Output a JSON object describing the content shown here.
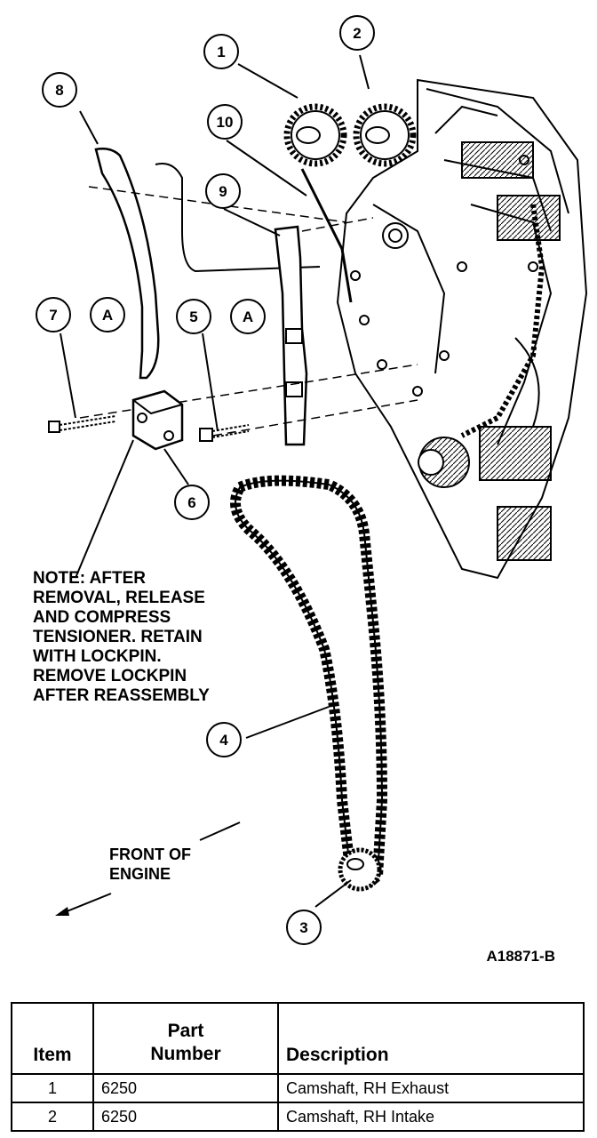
{
  "callouts": [
    "1",
    "2",
    "3",
    "4",
    "5",
    "6",
    "7",
    "8",
    "9",
    "10"
  ],
  "region_labels": [
    "A",
    "A"
  ],
  "note_lines": [
    "NOTE: AFTER",
    "REMOVAL, RELEASE",
    "AND COMPRESS",
    "TENSIONER. RETAIN",
    "WITH LOCKPIN.",
    "REMOVE LOCKPIN",
    "AFTER REASSEMBLY"
  ],
  "front_label": [
    "FRONT OF",
    "ENGINE"
  ],
  "figure_id": "A18871-B",
  "table": {
    "headers": {
      "item": "Item",
      "part_line1": "Part",
      "part_line2": "Number",
      "description": "Description"
    },
    "rows": [
      {
        "item": "1",
        "part": "6250",
        "description": "Camshaft, RH Exhaust"
      },
      {
        "item": "2",
        "part": "6250",
        "description": "Camshaft, RH Intake"
      }
    ]
  }
}
